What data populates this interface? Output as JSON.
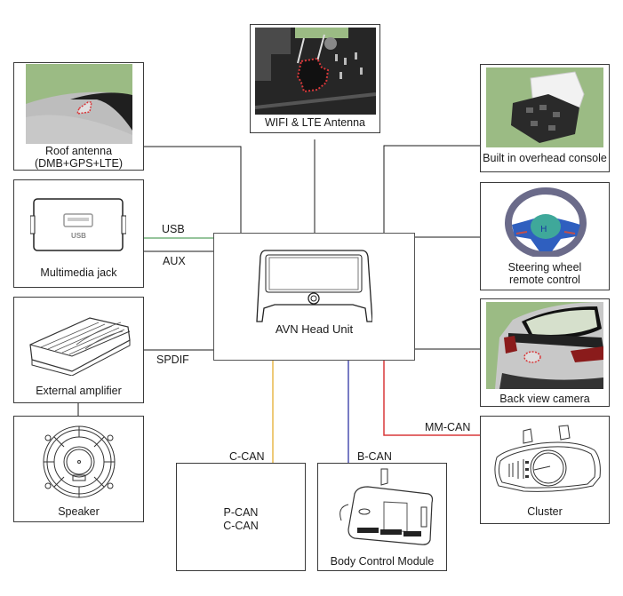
{
  "diagram": {
    "center": {
      "label": "AVN Head Unit",
      "icon": "head-unit-icon"
    },
    "components": {
      "roof_antenna": {
        "label_line1": "Roof antenna",
        "label_line2": "(DMB+GPS+LTE)",
        "icon": "roof-antenna-photo"
      },
      "wifi_lte_antenna": {
        "label": "WIFI & LTE Antenna",
        "icon": "wifi-lte-antenna-photo"
      },
      "overhead_console": {
        "label": "Built in overhead console",
        "icon": "overhead-console-photo"
      },
      "multimedia_jack": {
        "label": "Multimedia jack",
        "usb_text": "USB",
        "icon": "usb-port-icon"
      },
      "steering_wheel": {
        "label_line1": "Steering wheel",
        "label_line2": "remote control",
        "icon": "steering-wheel-photo"
      },
      "external_amplifier": {
        "label": "External amplifier",
        "icon": "amplifier-icon"
      },
      "back_view_camera": {
        "label": "Back view camera",
        "icon": "rear-car-photo"
      },
      "speaker": {
        "label": "Speaker",
        "icon": "speaker-icon"
      },
      "can_box": {
        "label_line1": "P-CAN",
        "label_line2": "C-CAN"
      },
      "body_control_module": {
        "label": "Body Control Module",
        "icon": "bcm-icon"
      },
      "cluster": {
        "label": "Cluster",
        "icon": "cluster-icon"
      }
    },
    "connections": [
      {
        "from": "Multimedia jack",
        "to": "AVN Head Unit",
        "label": "USB",
        "color": "#2e8b3a"
      },
      {
        "from": "Multimedia jack",
        "to": "AVN Head Unit",
        "label": "AUX",
        "color": "#1a1a1a"
      },
      {
        "from": "External amplifier",
        "to": "AVN Head Unit",
        "label": "SPDIF",
        "color": "#1a1a1a"
      },
      {
        "from": "P-CAN / C-CAN",
        "to": "AVN Head Unit",
        "label": "C-CAN",
        "color": "#e8b94a"
      },
      {
        "from": "Body Control Module",
        "to": "AVN Head Unit",
        "label": "B-CAN",
        "color": "#4a4fb0"
      },
      {
        "from": "Cluster",
        "to": "AVN Head Unit",
        "label": "MM-CAN",
        "color": "#d9383a"
      }
    ],
    "colors": {
      "photo_background": "#9bbb84",
      "highlight_dash": "#d9383a"
    }
  }
}
